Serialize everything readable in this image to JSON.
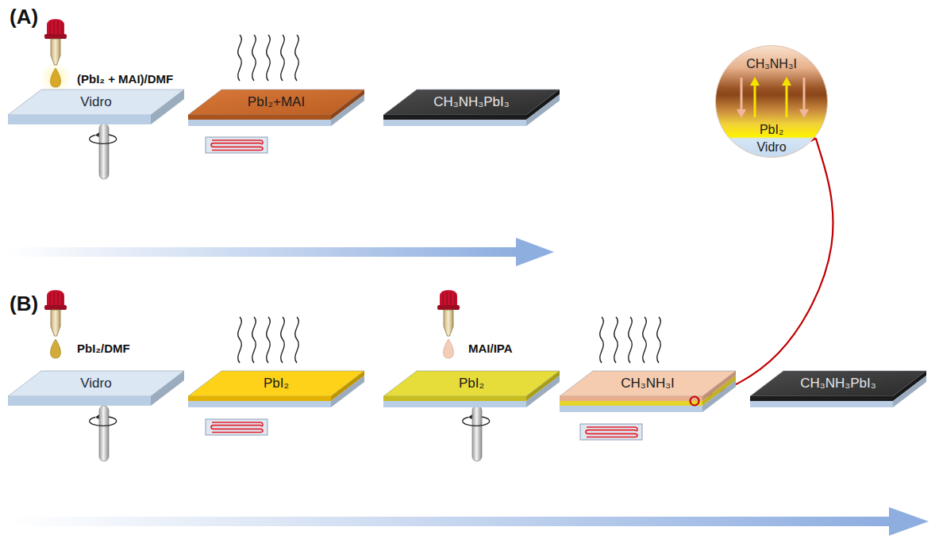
{
  "diagram": {
    "nodes": [
      {
        "text": [
          "Vidro"
        ]
      },
      {
        "text": [
          "PbI₂+MAI"
        ]
      },
      {
        "text": [
          "CH₃NH₃PbI₃"
        ]
      },
      {
        "text": [
          "Vidro"
        ]
      },
      {
        "text": [
          "PbI₂"
        ]
      },
      {
        "text": [
          "PbI₂"
        ]
      },
      {
        "text": [
          "CH₃NH₃I"
        ]
      },
      {
        "text": [
          "CH₃NH₃I",
          "PbI₂",
          "Vidro"
        ]
      },
      {
        "text": [
          "CH₃NH₃PbI₃"
        ]
      }
    ],
    "edges": [
      {
        "from": 6,
        "to": 7,
        "arrow": "to"
      }
    ],
    "labels": [
      "(A)",
      "(PbI₂ + MAI)/DMF",
      "(B)",
      "PbI₂/DMF",
      "MAI/IPA"
    ]
  }
}
